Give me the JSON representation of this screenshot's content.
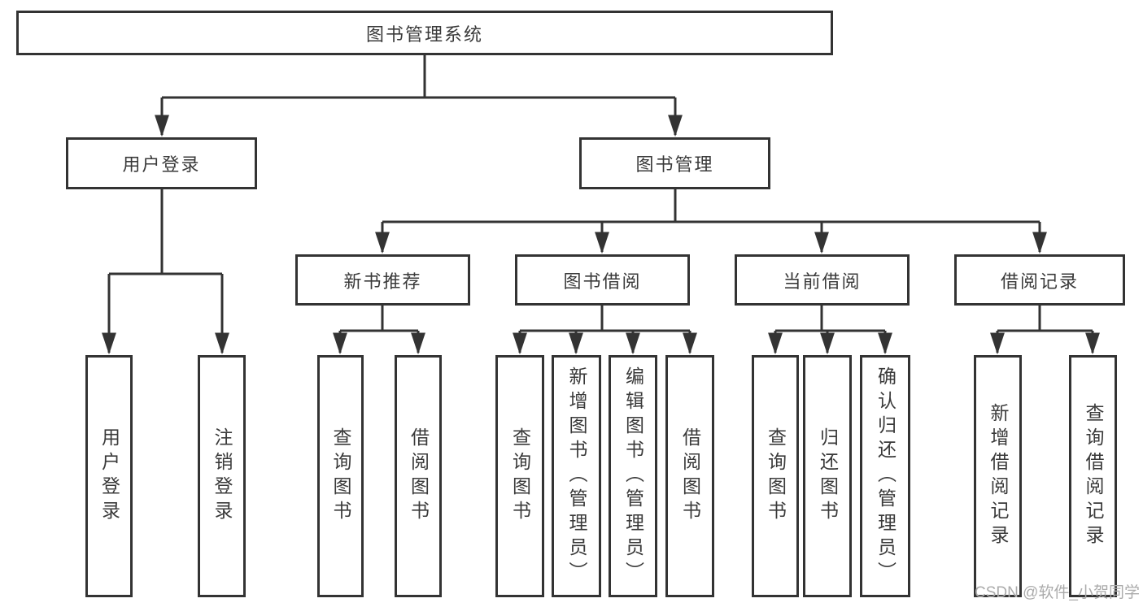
{
  "diagram": {
    "title_node": {
      "label": "图书管理系统"
    },
    "level2": {
      "user_login": {
        "label": "用户登录"
      },
      "book_mgmt": {
        "label": "图书管理"
      }
    },
    "level3": {
      "new_rec": {
        "label": "新书推荐"
      },
      "borrow": {
        "label": "图书借阅"
      },
      "current": {
        "label": "当前借阅"
      },
      "records": {
        "label": "借阅记录"
      }
    },
    "leaves": {
      "user_login_leaf": {
        "label": "用户登录"
      },
      "logout_leaf": {
        "label": "注销登录"
      },
      "rec_query_books": {
        "label": "查询图书"
      },
      "rec_borrow_books": {
        "label": "借阅图书"
      },
      "bor_query_books": {
        "label": "查询图书"
      },
      "bor_add_books": {
        "label": "新增图书（管理员）"
      },
      "bor_edit_books": {
        "label": "编辑图书（管理员）"
      },
      "bor_borrow_books": {
        "label": "借阅图书"
      },
      "cur_query_books": {
        "label": "查询图书"
      },
      "cur_return_books": {
        "label": "归还图书"
      },
      "cur_confirm_return": {
        "label": "确认归还（管理员）"
      },
      "recd_add_record": {
        "label": "新增借阅记录"
      },
      "recd_query_record": {
        "label": "查询借阅记录"
      }
    },
    "colors": {
      "line": "#333333",
      "box_border": "#333333",
      "box_fill": "#ffffff",
      "text": "#3a3a3a",
      "watermark": "#ababab"
    }
  },
  "watermark": {
    "text": "CSDN @软件_小贺同学"
  }
}
